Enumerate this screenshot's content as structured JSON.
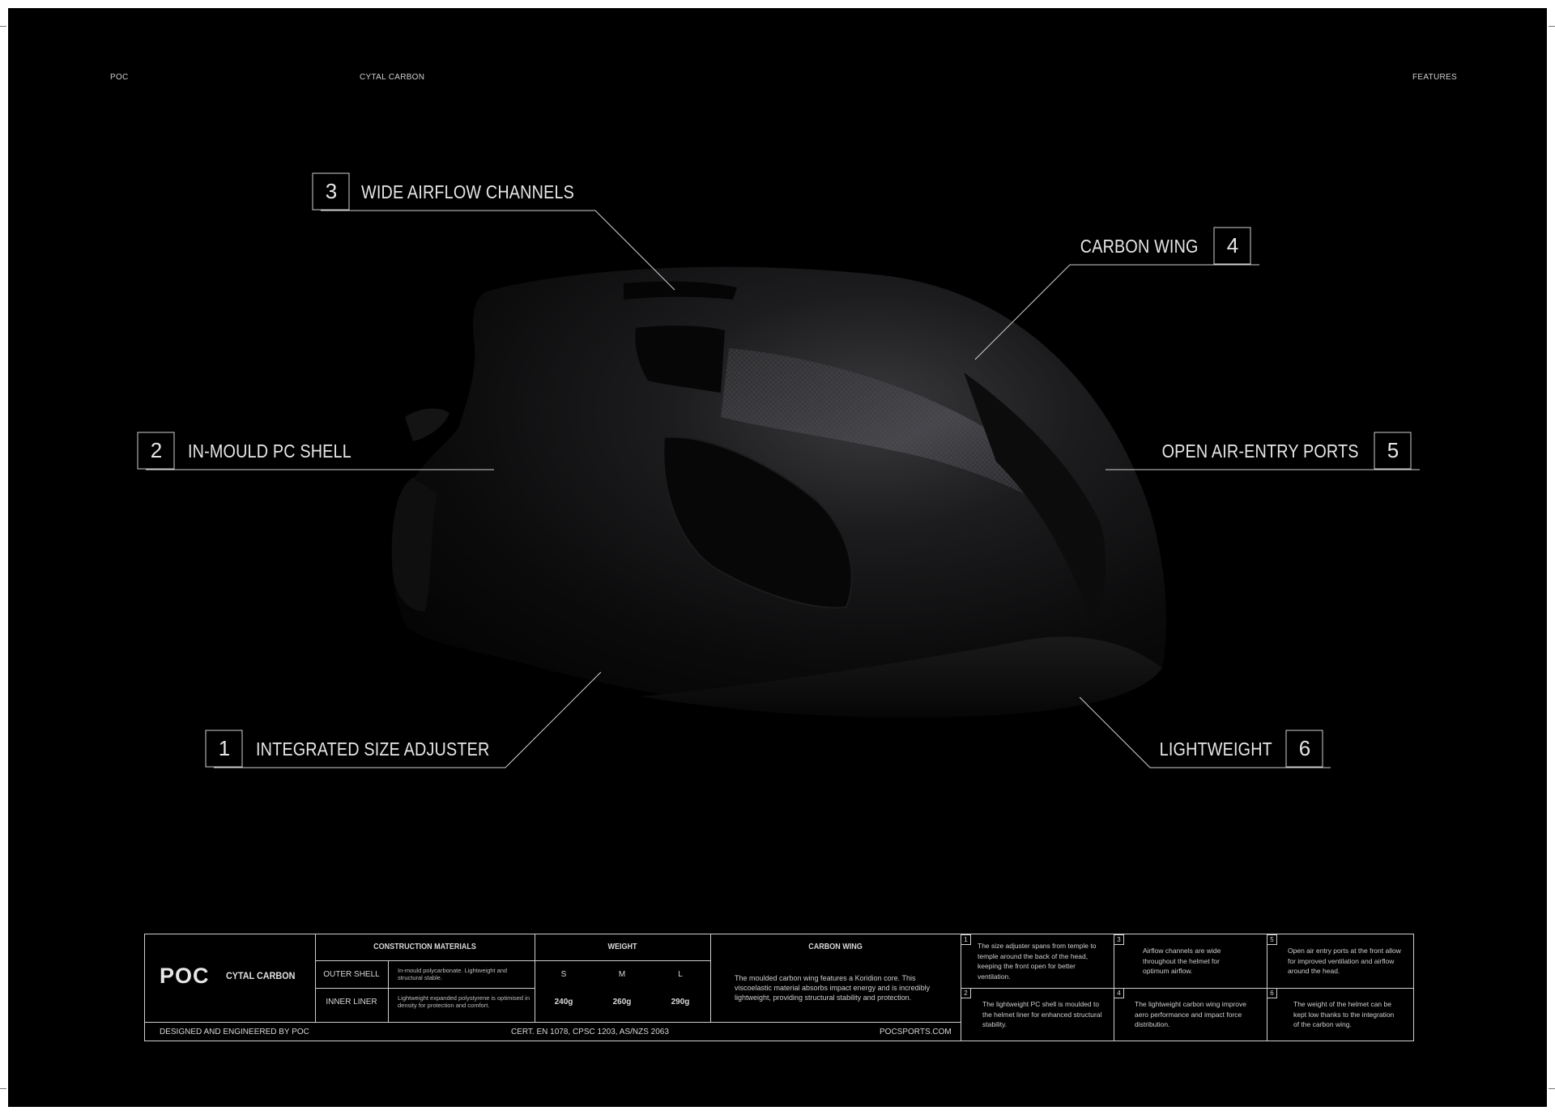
{
  "header": {
    "brand": "POC",
    "product": "CYTAL CARBON",
    "section": "FEATURES"
  },
  "callouts": [
    {
      "num": "3",
      "label": "WIDE AIRFLOW CHANNELS"
    },
    {
      "num": "4",
      "label": "CARBON WING"
    },
    {
      "num": "2",
      "label": "IN-MOULD PC SHELL"
    },
    {
      "num": "5",
      "label": "OPEN AIR-ENTRY PORTS"
    },
    {
      "num": "1",
      "label": "INTEGRATED SIZE ADJUSTER"
    },
    {
      "num": "6",
      "label": "LIGHTWEIGHT"
    }
  ],
  "spec": {
    "logo": "POC",
    "product": "CYTAL CARBON",
    "construction_title": "CONSTRUCTION MATERIALS",
    "outer_shell_label": "OUTER SHELL",
    "outer_shell_desc": "In-mould polycarbonate. Lightweight and structural stable.",
    "inner_liner_label": "INNER LINER",
    "inner_liner_desc": "Lightweight expanded polystyrene is optimised in density for protection and comfort.",
    "weight_title": "WEIGHT",
    "sizes": [
      "S",
      "M",
      "L"
    ],
    "weights": [
      "240g",
      "260g",
      "290g"
    ],
    "carbon_title": "CARBON WING",
    "carbon_desc": "The moulded carbon wing features a Koridion core. This viscoelastic material absorbs impact energy and is incredibly lightweight, providing structural stability and protection.",
    "footer_left": "DESIGNED AND ENGINEERED BY POC",
    "footer_cert": "CERT.  EN 1078, CPSC 1203, AS/NZS 2063",
    "footer_url": "POCSPORTS.COM"
  },
  "features": [
    {
      "num": "1",
      "text": "The size adjuster spans from temple to temple around the back of the head, keeping the front open for better ventilation."
    },
    {
      "num": "2",
      "text": "The lightweight PC shell is moulded to the helmet liner for enhanced structural stability."
    },
    {
      "num": "3",
      "text": "Airflow channels are wide throughout the helmet for optimum airflow."
    },
    {
      "num": "4",
      "text": "The lightweight carbon wing improve aero performance and impact force distribution."
    },
    {
      "num": "5",
      "text": "Open air entry ports at the front allow for improved ventilation and airflow around the head."
    },
    {
      "num": "6",
      "text": "The weight of the helmet can be kept low thanks to the integration of the carbon wing."
    }
  ],
  "colors": {
    "background": "#000000",
    "line": "#d8d8d8",
    "text": "#e6e6e6"
  }
}
